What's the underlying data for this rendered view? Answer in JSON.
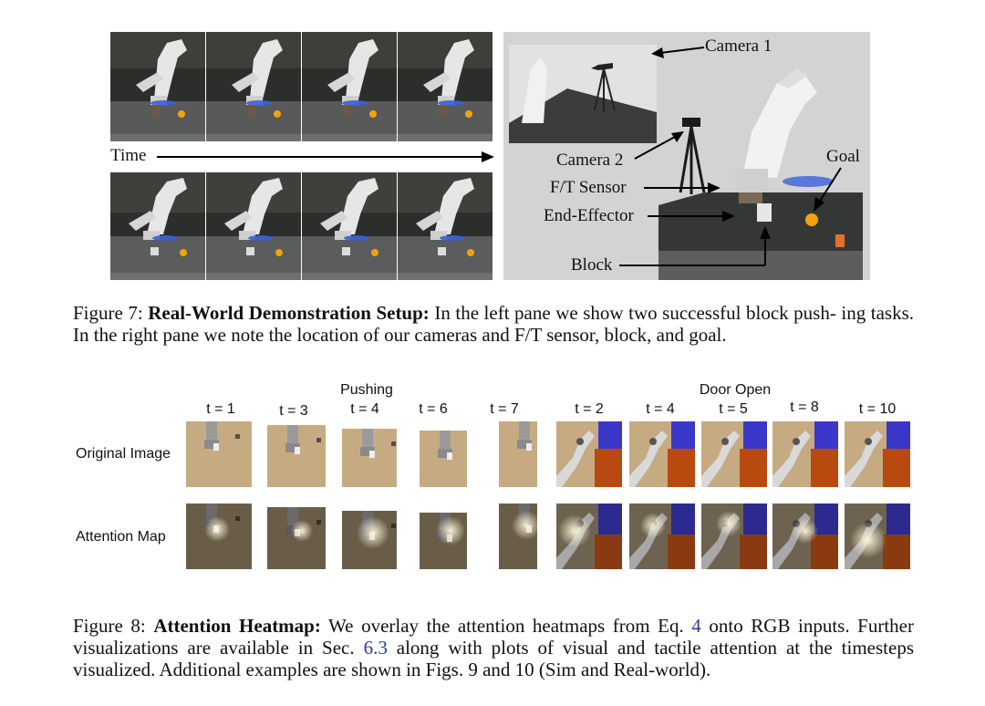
{
  "figure7": {
    "time_label": "Time",
    "callouts": {
      "camera1": "Camera 1",
      "camera2": "Camera 2",
      "ft_sensor": "F/T Sensor",
      "end_effector": "End-Effector",
      "block": "Block",
      "goal": "Goal"
    },
    "caption_prefix": "Figure 7: ",
    "caption_bold": "Real-World Demonstration Setup:",
    "caption_text": " In the left pane we show two successful block push- ing tasks. In the right pane we note the location of our cameras and F/T sensor, block, and goal."
  },
  "figure8": {
    "group_titles": {
      "pushing": "Pushing",
      "door_open": "Door Open"
    },
    "pushing_timesteps": [
      "t = 1",
      "t = 3",
      "t = 4",
      "t = 6",
      "t = 7"
    ],
    "door_timesteps": [
      "t = 2",
      "t = 4",
      "t = 5",
      "t = 8",
      "t = 10"
    ],
    "row_labels": {
      "original": "Original Image",
      "attention": "Attention Map"
    },
    "caption_prefix": "Figure 8: ",
    "caption_bold": "Attention Heatmap:",
    "caption_part1": " We overlay the attention heatmaps from Eq. ",
    "caption_ref_eq": "4",
    "caption_part2": " onto RGB inputs. Further visualizations are available in Sec. ",
    "caption_ref_sec": "6.3",
    "caption_part3": " along with plots of visual and tactile attention at the timesteps visualized. Additional examples are shown in Figs. 9 and 10 (Sim and Real-world)."
  },
  "colors": {
    "ref_link": "#2a3b9c",
    "goal_orange": "#f5a20a",
    "door_blue": "#3a37c8",
    "door_brown": "#b84a10",
    "floor_tan": "#c6ab82"
  }
}
